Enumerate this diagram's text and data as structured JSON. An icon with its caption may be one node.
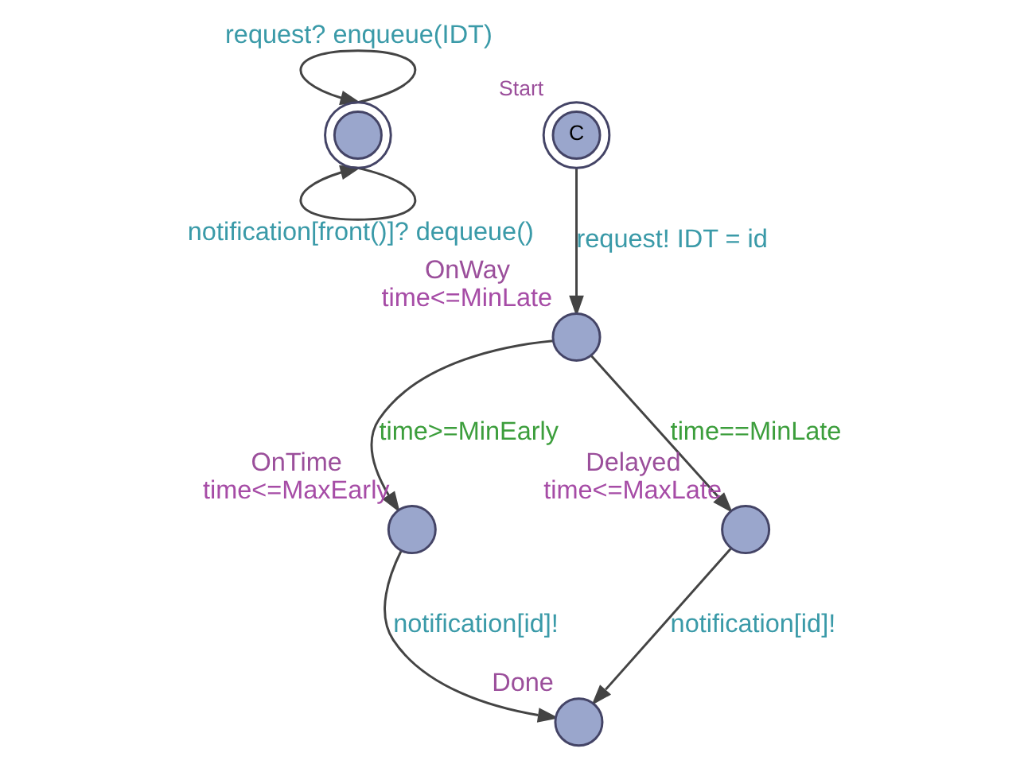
{
  "diagram": {
    "nodes": [
      {
        "text": [],
        "shape": "circle"
      },
      {
        "text": [
          "Start",
          "C"
        ]
      },
      {
        "text": [
          "OnWay"
        ],
        "beside": [
          "time<=MinLate"
        ]
      },
      {
        "text": [
          "OnTime"
        ],
        "beside": [
          "time<=MaxEarly"
        ]
      },
      {
        "text": [
          "Delayed"
        ],
        "beside": [
          "time<=MaxLate"
        ]
      },
      {
        "text": [
          "Done"
        ]
      }
    ],
    "edges": [
      {
        "from": 0,
        "to": 0,
        "arrow": "to",
        "label": "request? enqueue(IDT)"
      },
      {
        "from": 0,
        "to": 0,
        "arrow": "to",
        "label": "notification[front()]? dequeue()"
      },
      {
        "from": 1,
        "to": 2,
        "arrow": "to",
        "label": "request! IDT = id"
      },
      {
        "from": 2,
        "to": 3,
        "arrow": "to",
        "label": "time>=MinEarly"
      },
      {
        "from": 2,
        "to": 4,
        "arrow": "to",
        "label": "time==MinLate"
      },
      {
        "from": 3,
        "to": 5,
        "arrow": "to",
        "label": "notification[id]!"
      },
      {
        "from": 4,
        "to": 5,
        "arrow": "to",
        "label": "notification[id]!"
      }
    ]
  }
}
